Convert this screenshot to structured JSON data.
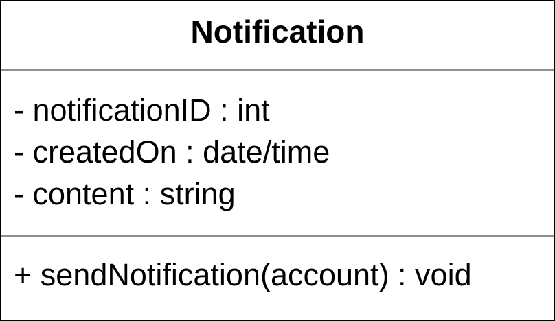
{
  "class": {
    "name": "Notification",
    "attributes": [
      "- notificationID : int",
      "- createdOn : date/time",
      "- content : string"
    ],
    "operations": [
      "+ sendNotification(account) : void"
    ]
  },
  "colors": {
    "border": "#000000",
    "divider": "#8e8e8e",
    "background": "#ffffff",
    "text": "#000000"
  }
}
